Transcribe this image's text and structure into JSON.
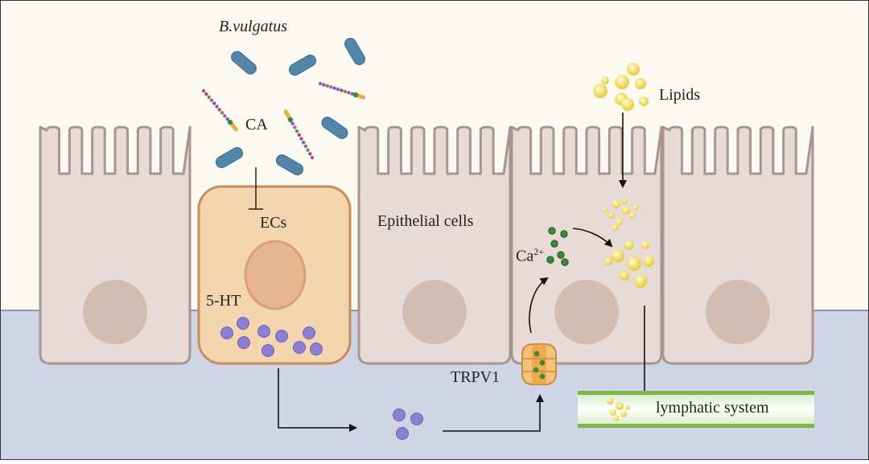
{
  "labels": {
    "bacteria": "B.vulgatus",
    "ca": "CA",
    "lipids": "Lipids",
    "ecs": "ECs",
    "epithelial": "Epithelial cells",
    "ca2_base": "Ca",
    "ca2_sup": "2+",
    "serotonin": "5-HT",
    "trpv1": "TRPV1",
    "lymphatic": "lymphatic system"
  },
  "colors": {
    "lumen": "#fcfaf0",
    "lamina": "#d0d5e6",
    "epithelial_fill": "#e8dbd7",
    "epithelial_stroke": "#a89590",
    "nucleus": "#d3bdb0",
    "ec_fill": "#f3d6b0",
    "ec_stroke": "#c88c5a",
    "ec_nucleus": "#e7b58e",
    "bacteria": "#5385a8",
    "serotonin": "#8f7fd0",
    "calcium": "#3a8a3a",
    "lipid": "#f0dc60",
    "lymph": "#7ab648"
  },
  "icons": [
    "rod-bacterium-icon",
    "cholic-acid-chain-icon",
    "lipid-droplet-icon",
    "trpv1-channel-icon",
    "serotonin-vesicle-icon",
    "calcium-ion-icon"
  ]
}
